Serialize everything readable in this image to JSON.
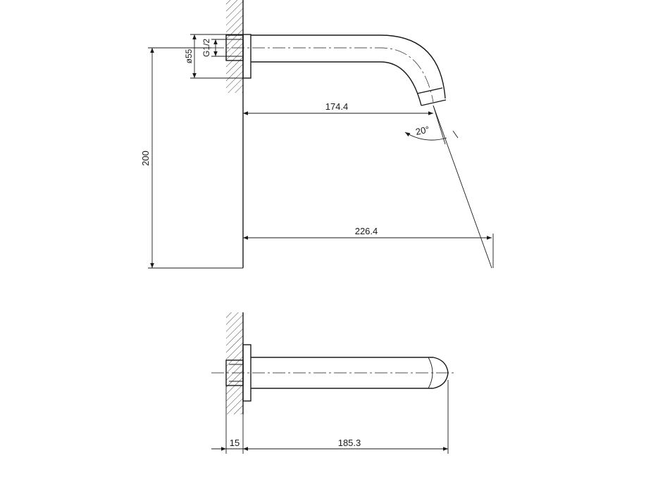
{
  "drawing": {
    "top_view": {
      "dim_flange_diameter": "ø55",
      "dim_thread": "G1/2",
      "dim_height": "200",
      "dim_spout_reach": "174.4",
      "dim_jet_reach": "226.4",
      "dim_angle": "20°"
    },
    "bottom_view": {
      "dim_flange_depth": "15",
      "dim_spout_length": "185.3"
    }
  }
}
